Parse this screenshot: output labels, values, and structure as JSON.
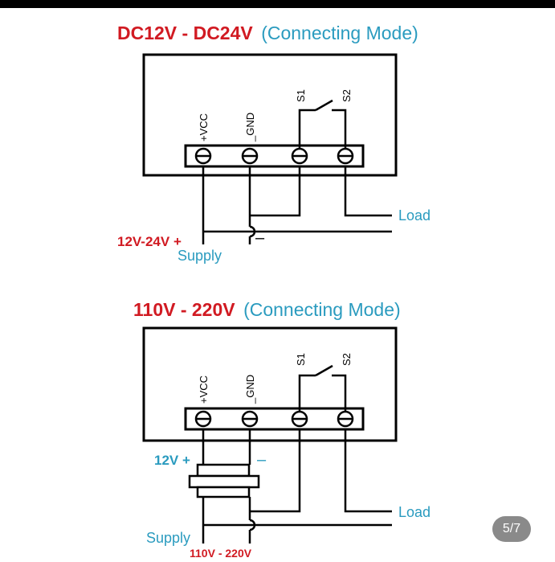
{
  "diagram1": {
    "title_main": "DC12V - DC24V",
    "title_mode": "(Connecting Mode)",
    "terminals": [
      "+VCC",
      "_GND",
      "S1",
      "S2"
    ],
    "load_label": "Load",
    "supply_voltage_label": "12V-24V +",
    "supply_label": "Supply",
    "minus_label": "–"
  },
  "diagram2": {
    "title_main": "110V - 220V",
    "title_mode": "(Connecting Mode)",
    "terminals": [
      "+VCC",
      "_GND",
      "S1",
      "S2"
    ],
    "load_label": "Load",
    "plus_label": "12V +",
    "minus_label": "–",
    "supply_label": "Supply",
    "supply_voltage_label": "110V - 220V"
  },
  "pager": {
    "text": "5/7"
  },
  "colors": {
    "red": "#d11a22",
    "blue": "#2a9bbf",
    "line": "#000000",
    "pager_bg": "#8a8a8a"
  }
}
